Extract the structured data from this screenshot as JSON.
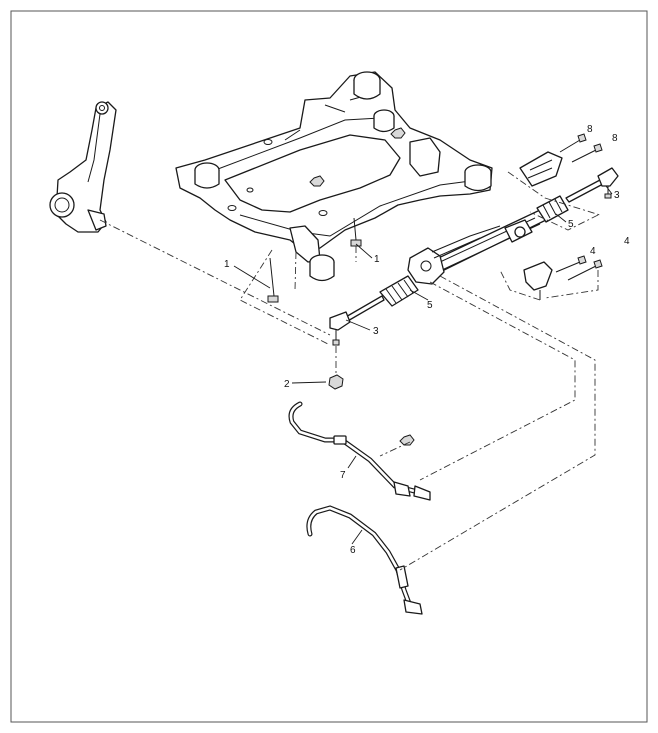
{
  "callouts": {
    "c1a": "1",
    "c1b": "1",
    "c2": "2",
    "c3a": "3",
    "c3b": "3",
    "c4a": "4",
    "c4b": "4",
    "c5a": "5",
    "c5b": "5",
    "c6": "6",
    "c7": "7",
    "c8a": "8",
    "c8b": "8"
  },
  "colors": {
    "line": "#1a1a1a",
    "border": "#555555",
    "background": "#ffffff"
  }
}
